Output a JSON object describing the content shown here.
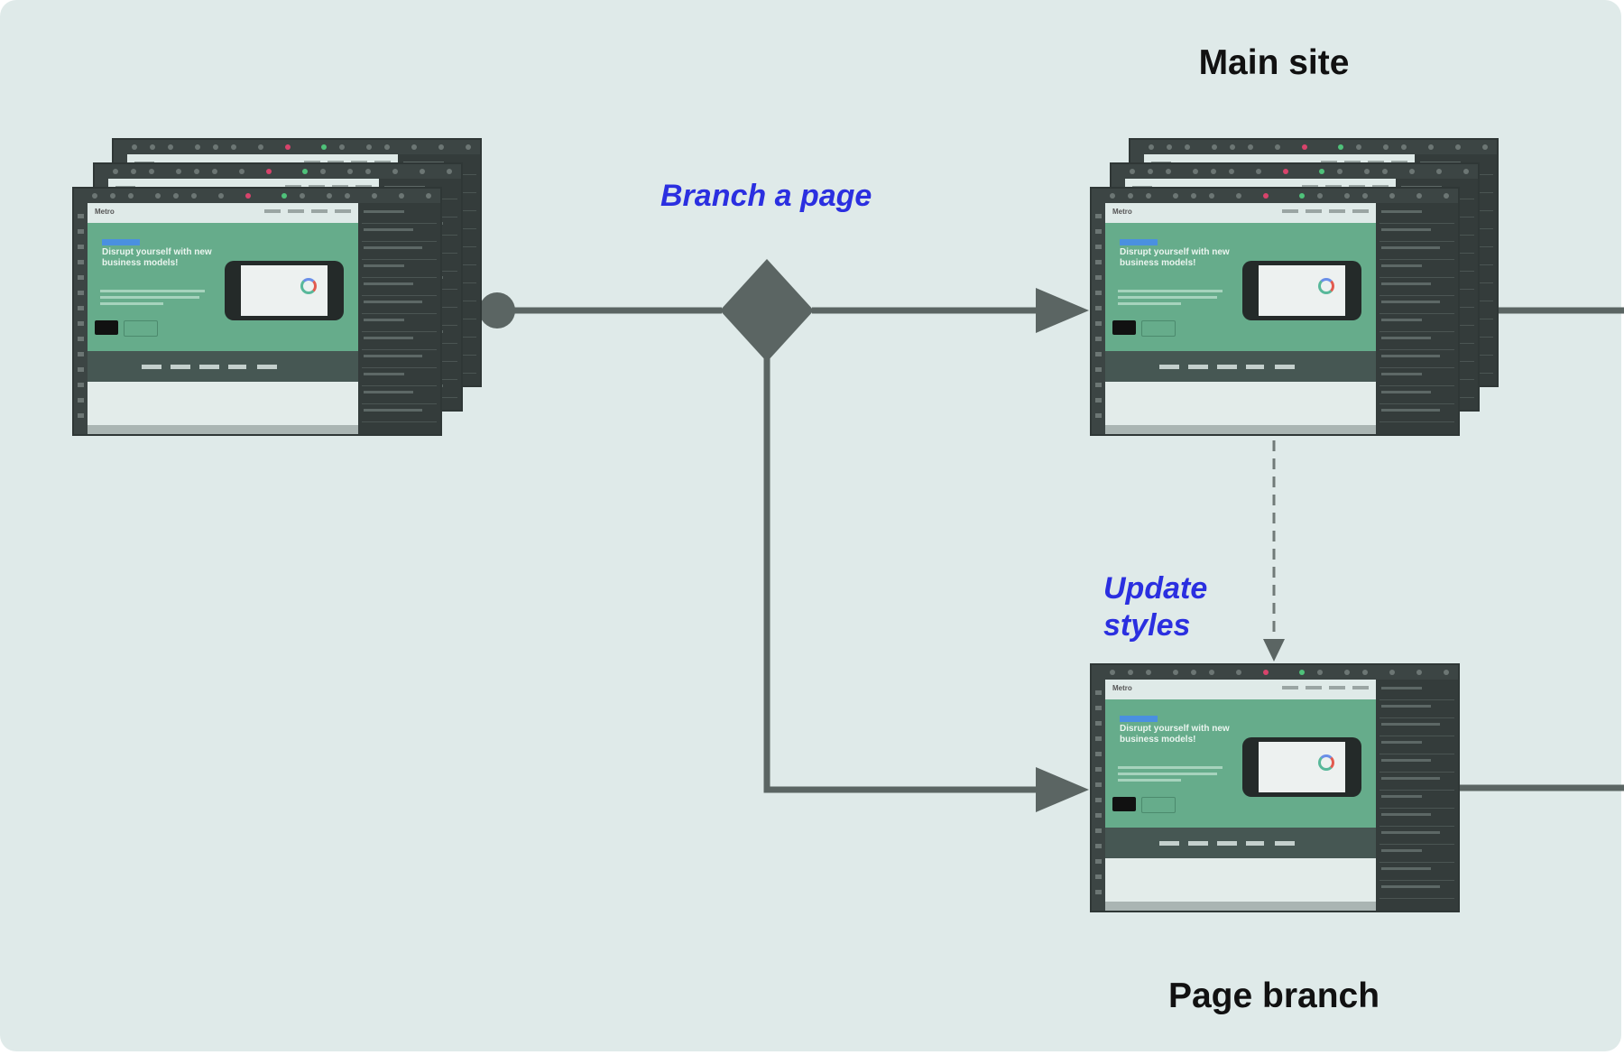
{
  "labels": {
    "main_site": "Main site",
    "page_branch": "Page branch",
    "branch_a_page": "Branch a page",
    "update_styles_line1": "Update",
    "update_styles_line2": "styles"
  },
  "thumbnail": {
    "brand": "Metro",
    "headline": "Disrupt yourself with new business models!"
  },
  "colors": {
    "background": "#dfeae9",
    "connector": "#5b6563",
    "action_text": "#2b2fe0",
    "title_text": "#111111",
    "hero_green": "#66ac8b",
    "frame_dark": "#3c4544"
  },
  "icons": {
    "start_node": "filled-circle",
    "decision_node": "diamond",
    "arrowheads": "triangle"
  }
}
